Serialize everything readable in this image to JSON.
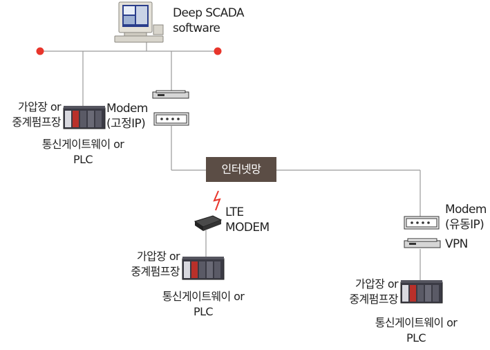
{
  "diagram": {
    "server_label": [
      "Deep SCADA",
      "software"
    ],
    "internet_label": "인터넷망",
    "site_main": {
      "device_label": [
        "가압장 or",
        "중계펌프장"
      ],
      "gateway_label": [
        "통신게이트웨이 or",
        "PLC"
      ],
      "modem_label": [
        "Modem",
        "(고정IP)"
      ]
    },
    "site_lte": {
      "modem_label": [
        "LTE",
        "MODEM"
      ],
      "device_label": [
        "가압장 or",
        "중계펌프장"
      ],
      "gateway_label": [
        "통신게이트웨이 or",
        "PLC"
      ]
    },
    "site_vpn": {
      "modem_label": [
        "Modem",
        "(유동IP)"
      ],
      "vpn_label": "VPN",
      "device_label": [
        "가압장 or",
        "중계펌프장"
      ],
      "gateway_label": [
        "통신게이트웨이 or",
        "PLC"
      ]
    },
    "colors": {
      "line": "#9a9a9a",
      "node_dot": "#e8352b",
      "badge_bg": "#5b4d45",
      "lightning": "#e8352b"
    }
  }
}
